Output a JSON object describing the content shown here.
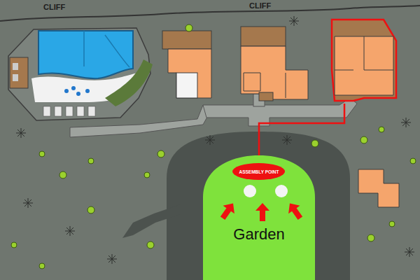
{
  "diagram": {
    "nodes": [
      {
        "text": [
          "Garden"
        ]
      },
      {
        "text": [
          "ASSEMBLY POINT"
        ],
        "in": 0
      }
    ],
    "labels": [
      "CLIFF",
      "CLIFF"
    ]
  }
}
